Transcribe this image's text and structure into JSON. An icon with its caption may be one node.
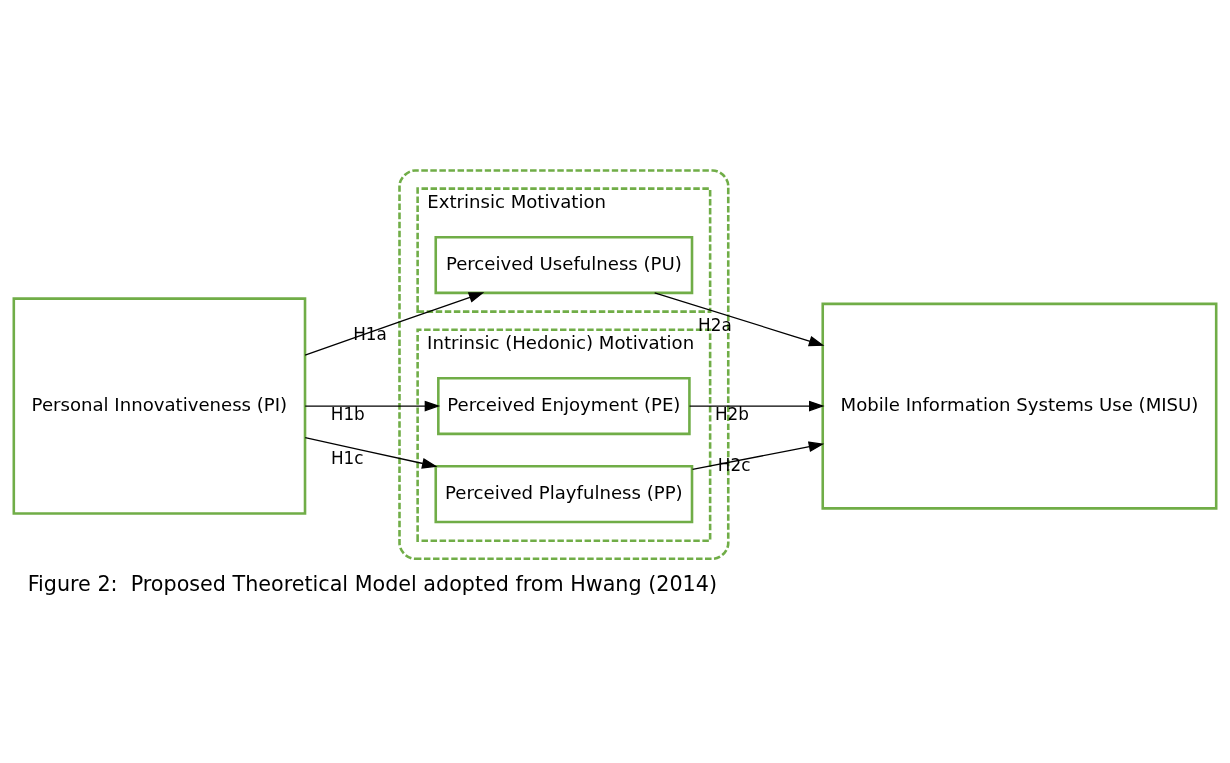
{
  "diagram": {
    "caption": "Figure 2:  Proposed Theoretical Model adopted from Hwang (2014)",
    "nodes": [
      {
        "text": [
          "Personal Innovativeness (PI)"
        ]
      },
      {
        "text": [],
        "shape": "box"
      },
      {
        "text": [
          "Extrinsic Motivation"
        ],
        "in": 1
      },
      {
        "text": [
          "Perceived Usefulness (PU)"
        ],
        "in": 2
      },
      {
        "text": [
          "Intrinsic (Hedonic) Motivation"
        ],
        "in": 1
      },
      {
        "text": [
          "Perceived Enjoyment (PE)"
        ],
        "in": 4
      },
      {
        "text": [
          "Perceived Playfulness (PP)"
        ],
        "in": 4
      },
      {
        "text": [
          "Mobile Information Systems Use (MISU)"
        ]
      }
    ],
    "edges": [
      {
        "from": 0,
        "to": 3,
        "arrow": "to",
        "label": "H1a"
      },
      {
        "from": 0,
        "to": 5,
        "arrow": "to",
        "label": "H1b"
      },
      {
        "from": 0,
        "to": 6,
        "arrow": "to",
        "label": "H1c"
      },
      {
        "from": 3,
        "to": 7,
        "arrow": "to",
        "label": "H2a"
      },
      {
        "from": 5,
        "to": 7,
        "arrow": "to",
        "label": "H2b"
      },
      {
        "from": 6,
        "to": 7,
        "arrow": "to",
        "label": "H2c"
      }
    ]
  }
}
